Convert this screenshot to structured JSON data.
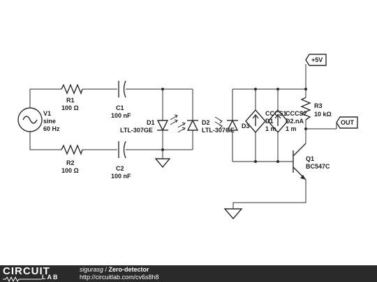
{
  "schematic": {
    "title": "Zero-detector",
    "components": {
      "V1": {
        "name": "V1",
        "value": "sine",
        "freq": "60 Hz"
      },
      "R1": {
        "name": "R1",
        "value": "100 Ω"
      },
      "R2": {
        "name": "R2",
        "value": "100 Ω"
      },
      "C1": {
        "name": "C1",
        "value": "100 nF"
      },
      "C2": {
        "name": "C2",
        "value": "100 nF"
      },
      "D1": {
        "name": "D1",
        "part": "LTL-307GE"
      },
      "D2": {
        "name": "D2",
        "part": "LTL-307GE"
      },
      "D3": {
        "name": "D3"
      },
      "CCCS1": {
        "name": "CCCS1",
        "expr": "D1",
        "gain": "1 m"
      },
      "CCCS2": {
        "name": "CCCS2",
        "expr": "D2.nA",
        "gain": "1 m"
      },
      "R3": {
        "name": "R3",
        "value": "10 kΩ"
      },
      "Q1": {
        "name": "Q1",
        "part": "BC547C"
      }
    },
    "flags": {
      "vcc": "+5V",
      "out": "OUT"
    }
  },
  "footer": {
    "logo_top": "CIRCUIT",
    "logo_bottom": "LAB",
    "user": "sigurasg",
    "separator": " / ",
    "title": "Zero-detector",
    "url": "http://circuitlab.com/cv6s8h8"
  }
}
